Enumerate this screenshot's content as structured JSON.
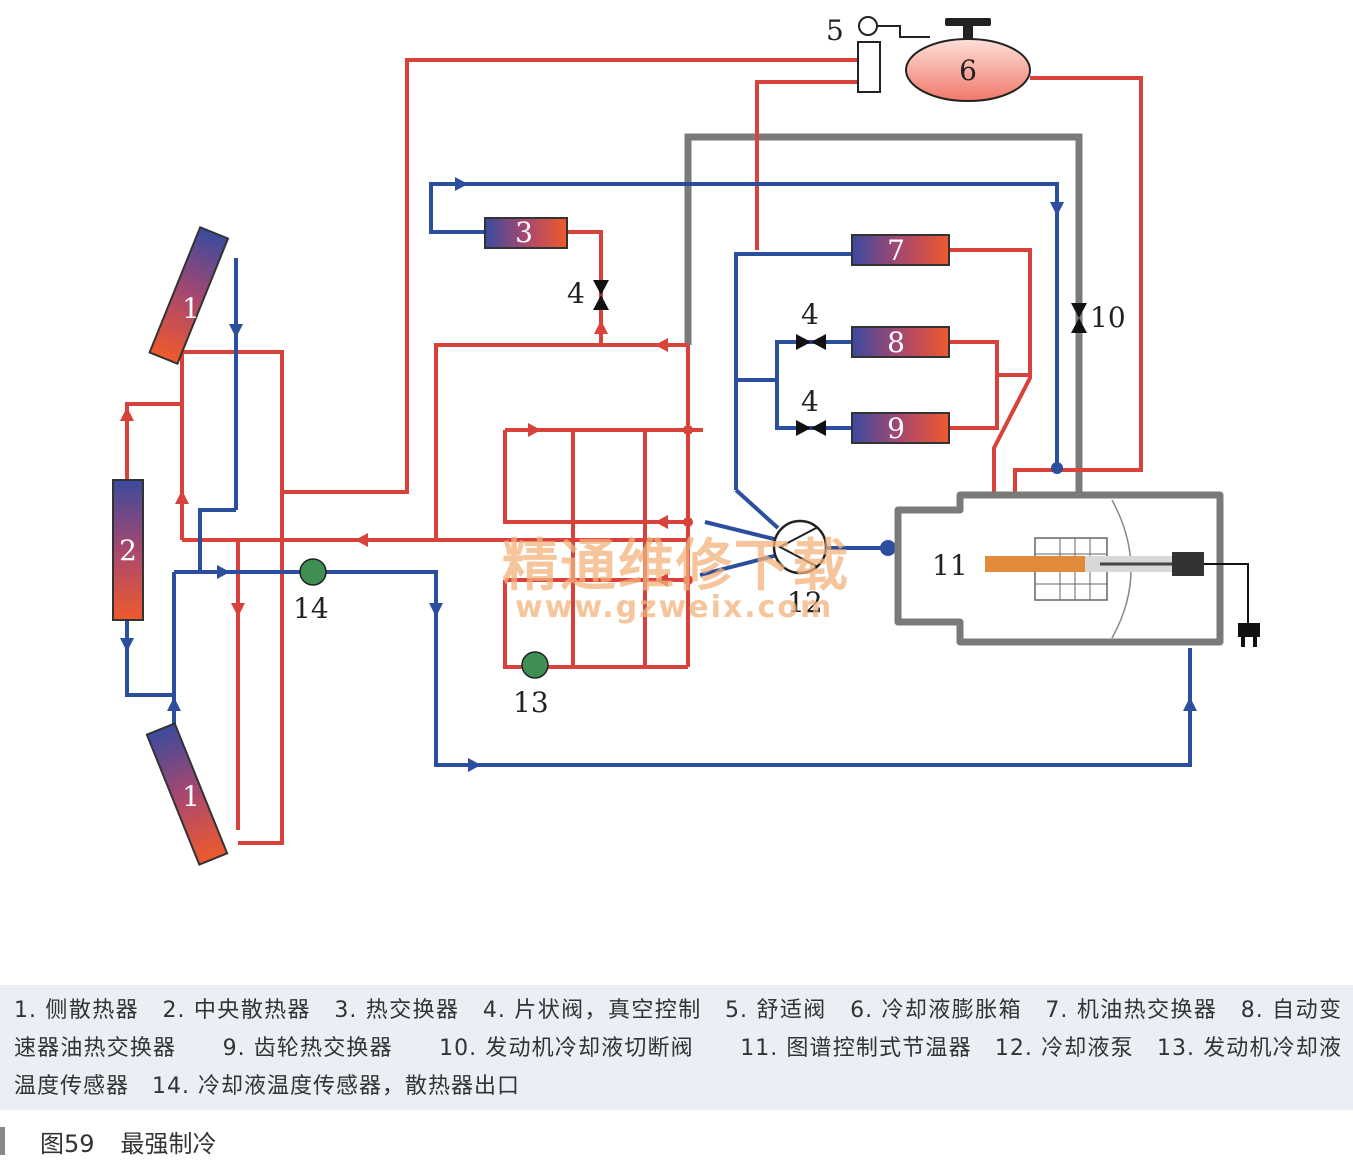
{
  "colors": {
    "hot": "#d8423a",
    "cold": "#2c4e9e",
    "vacuum": "#7a7a7a",
    "sensor": "#3f8f52"
  },
  "labels": {
    "side_radiator_top": "1",
    "central_radiator": "2",
    "heat_exchanger": "3",
    "flap_valve_top": "4",
    "flap_valve_mid": "4",
    "flap_valve_low": "4",
    "comfort_valve": "5",
    "expansion_tank": "6",
    "oil_heat_exchanger": "7",
    "atf_heat_exchanger": "8",
    "gear_heat_exchanger": "9",
    "cutoff_valve": "10",
    "thermostat": "11",
    "pump": "12",
    "engine_temp_sensor": "13",
    "radiator_temp_sensor": "14",
    "side_radiator_bottom": "1"
  },
  "watermark": {
    "cn": "精通维修下载",
    "url": "www.gzweix.com"
  },
  "legend": "1. 侧散热器　2. 中央散热器　3. 热交换器　4. 片状阀，真空控制　5. 舒适阀　6. 冷却液膨胀箱　7. 机油热交换器　8. 自动变速器油热交换器　　9. 齿轮热交换器　　10. 发动机冷却液切断阀　　11. 图谱控制式节温器　12. 冷却液泵　13. 发动机冷却液温度传感器　14. 冷却液温度传感器，散热器出口",
  "caption": {
    "figure": "图59",
    "title": "最强制冷"
  }
}
